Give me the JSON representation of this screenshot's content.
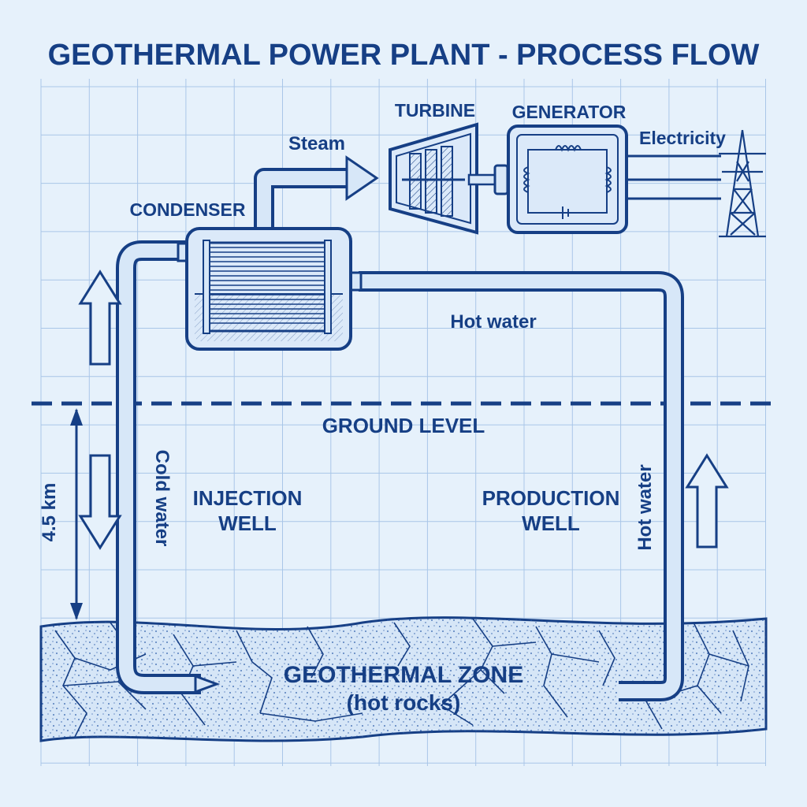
{
  "title": "GEOTHERMAL POWER PLANT - PROCESS FLOW",
  "components": {
    "turbine": "TURBINE",
    "generator": "GENERATOR",
    "condenser": "CONDENSER"
  },
  "flows": {
    "steam": "Steam",
    "electricity": "Electricity",
    "hot_water_top": "Hot water",
    "cold_water": "Cold water",
    "hot_water_side": "Hot water"
  },
  "ground": {
    "ground_level": "GROUND LEVEL",
    "depth": "4.5 km"
  },
  "wells": {
    "injection_line1": "INJECTION",
    "injection_line2": "WELL",
    "production_line1": "PRODUCTION",
    "production_line2": "WELL"
  },
  "zone": {
    "line1": "GEOTHERMAL ZONE",
    "line2": "(hot rocks)"
  },
  "colors": {
    "ink": "#163f85",
    "background": "#e6f1fb",
    "grid": "#a9c6e8",
    "pipe_fill": "#d7e7f8"
  },
  "icons": [
    "transmission-tower-icon",
    "flow-arrow-icon"
  ]
}
